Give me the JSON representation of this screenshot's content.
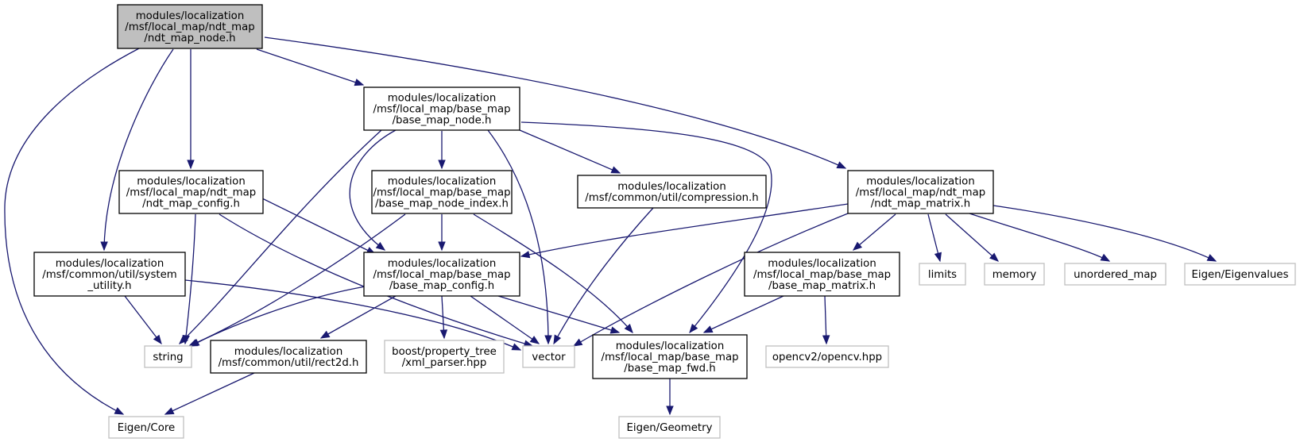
{
  "diagram": {
    "nodes": [
      {
        "id": "n0",
        "kind": "primary",
        "lines": [
          "modules/localization",
          "/msf/local_map/ndt_map",
          "/ndt_map_node.h"
        ]
      },
      {
        "id": "n1",
        "kind": "local",
        "lines": [
          "modules/localization",
          "/msf/local_map/base_map",
          "/base_map_node.h"
        ]
      },
      {
        "id": "n2",
        "kind": "local",
        "lines": [
          "modules/localization",
          "/msf/local_map/ndt_map",
          "/ndt_map_config.h"
        ]
      },
      {
        "id": "n3",
        "kind": "local",
        "lines": [
          "modules/localization",
          "/msf/local_map/base_map",
          "/base_map_node_index.h"
        ]
      },
      {
        "id": "n4",
        "kind": "local",
        "lines": [
          "modules/localization",
          "/msf/common/util/compression.h"
        ]
      },
      {
        "id": "n5",
        "kind": "local",
        "lines": [
          "modules/localization",
          "/msf/local_map/ndt_map",
          "/ndt_map_matrix.h"
        ]
      },
      {
        "id": "n6",
        "kind": "local",
        "lines": [
          "modules/localization",
          "/msf/common/util/system",
          "_utility.h"
        ]
      },
      {
        "id": "n7",
        "kind": "local",
        "lines": [
          "modules/localization",
          "/msf/local_map/base_map",
          "/base_map_config.h"
        ]
      },
      {
        "id": "n8",
        "kind": "local",
        "lines": [
          "modules/localization",
          "/msf/local_map/base_map",
          "/base_map_matrix.h"
        ]
      },
      {
        "id": "n9",
        "kind": "external",
        "lines": [
          "limits"
        ]
      },
      {
        "id": "n10",
        "kind": "external",
        "lines": [
          "memory"
        ]
      },
      {
        "id": "n11",
        "kind": "external",
        "lines": [
          "unordered_map"
        ]
      },
      {
        "id": "n12",
        "kind": "external",
        "lines": [
          "Eigen/Eigenvalues"
        ]
      },
      {
        "id": "n13",
        "kind": "external",
        "lines": [
          "string"
        ]
      },
      {
        "id": "n14",
        "kind": "local",
        "lines": [
          "modules/localization",
          "/msf/common/util/rect2d.h"
        ]
      },
      {
        "id": "n15",
        "kind": "external",
        "lines": [
          "boost/property_tree",
          "/xml_parser.hpp"
        ]
      },
      {
        "id": "n16",
        "kind": "external",
        "lines": [
          "vector"
        ]
      },
      {
        "id": "n17",
        "kind": "local",
        "lines": [
          "modules/localization",
          "/msf/local_map/base_map",
          "/base_map_fwd.h"
        ]
      },
      {
        "id": "n18",
        "kind": "external",
        "lines": [
          "opencv2/opencv.hpp"
        ]
      },
      {
        "id": "n19",
        "kind": "external",
        "lines": [
          "Eigen/Core"
        ]
      },
      {
        "id": "n20",
        "kind": "external",
        "lines": [
          "Eigen/Geometry"
        ]
      }
    ],
    "edges": [
      {
        "from": "n0",
        "to": "n1"
      },
      {
        "from": "n0",
        "to": "n2"
      },
      {
        "from": "n0",
        "to": "n6"
      },
      {
        "from": "n0",
        "to": "n5"
      },
      {
        "from": "n0",
        "to": "n19"
      },
      {
        "from": "n1",
        "to": "n3"
      },
      {
        "from": "n1",
        "to": "n4"
      },
      {
        "from": "n1",
        "to": "n7"
      },
      {
        "from": "n1",
        "to": "n13"
      },
      {
        "from": "n1",
        "to": "n16"
      },
      {
        "from": "n1",
        "to": "n17"
      },
      {
        "from": "n2",
        "to": "n7"
      },
      {
        "from": "n2",
        "to": "n13"
      },
      {
        "from": "n2",
        "to": "n16"
      },
      {
        "from": "n3",
        "to": "n7"
      },
      {
        "from": "n3",
        "to": "n13"
      },
      {
        "from": "n3",
        "to": "n17"
      },
      {
        "from": "n4",
        "to": "n16"
      },
      {
        "from": "n5",
        "to": "n7"
      },
      {
        "from": "n5",
        "to": "n8"
      },
      {
        "from": "n5",
        "to": "n9"
      },
      {
        "from": "n5",
        "to": "n10"
      },
      {
        "from": "n5",
        "to": "n11"
      },
      {
        "from": "n5",
        "to": "n12"
      },
      {
        "from": "n5",
        "to": "n16"
      },
      {
        "from": "n6",
        "to": "n13"
      },
      {
        "from": "n6",
        "to": "n16"
      },
      {
        "from": "n7",
        "to": "n13"
      },
      {
        "from": "n7",
        "to": "n14"
      },
      {
        "from": "n7",
        "to": "n15"
      },
      {
        "from": "n7",
        "to": "n16"
      },
      {
        "from": "n7",
        "to": "n17"
      },
      {
        "from": "n8",
        "to": "n17"
      },
      {
        "from": "n8",
        "to": "n18"
      },
      {
        "from": "n14",
        "to": "n19"
      },
      {
        "from": "n17",
        "to": "n20"
      }
    ]
  },
  "colors": {
    "edge": "#191970",
    "primary_fill": "#bfbfbf",
    "external_border": "#bfbfbf"
  }
}
